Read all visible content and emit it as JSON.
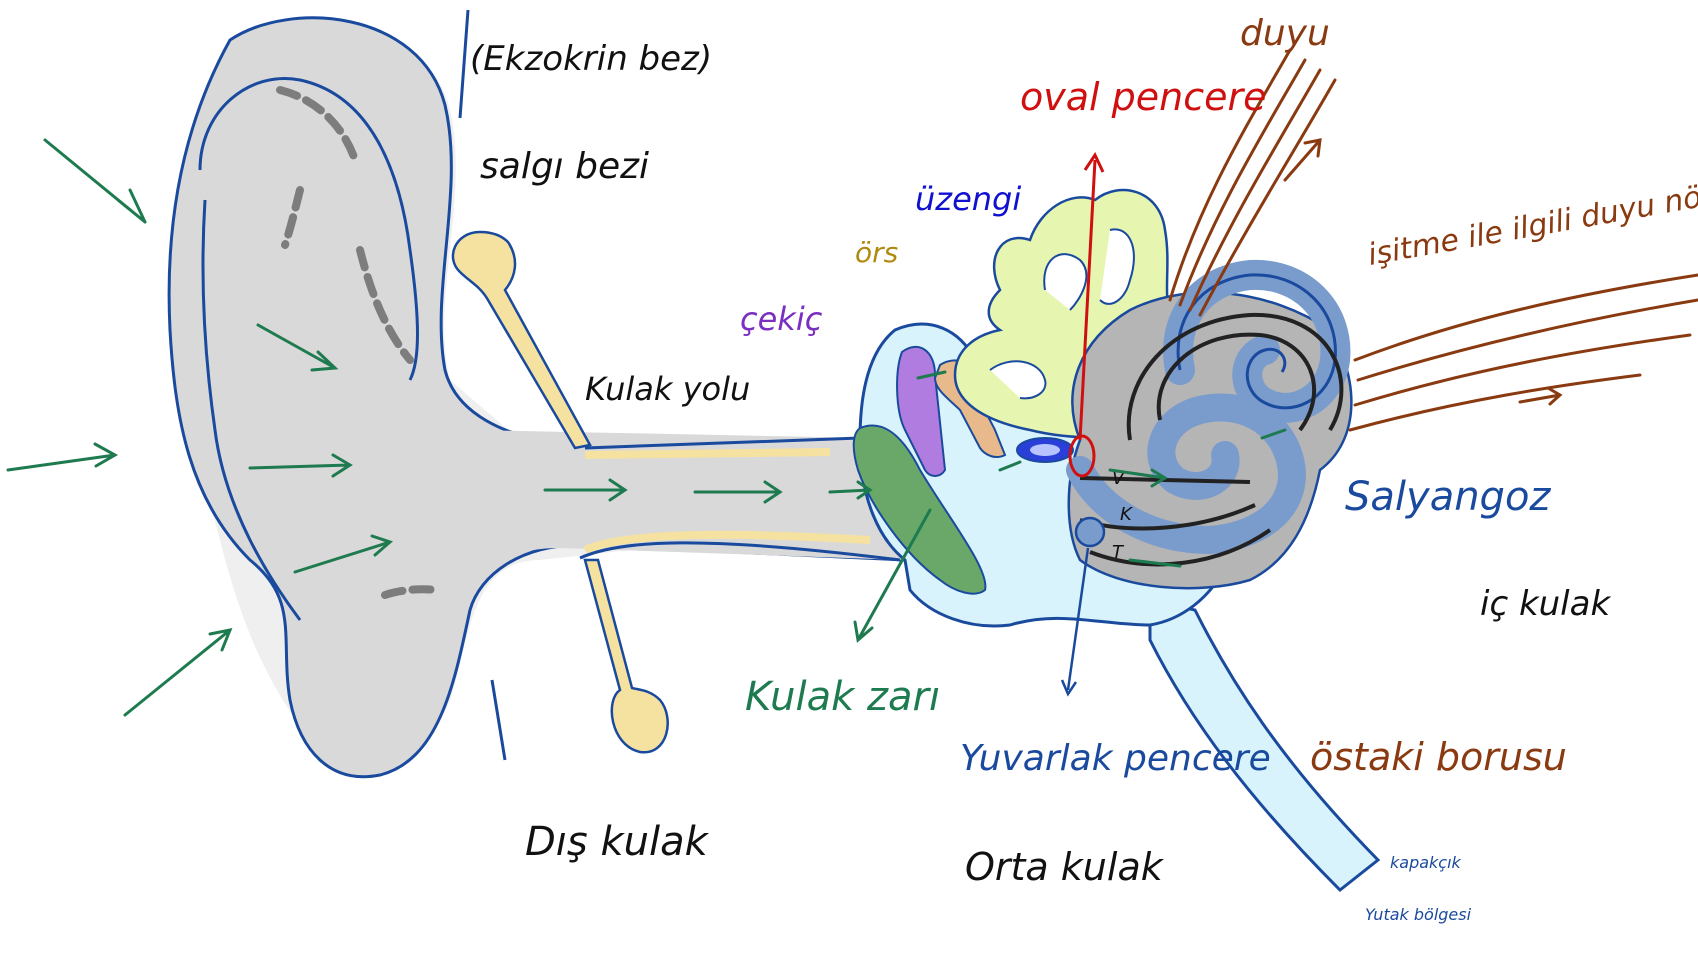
{
  "diagram": {
    "type": "labeled ear anatomy sketch",
    "colors": {
      "outline": "#1a4a9e",
      "outer_ear_fill": "#d9d9d9",
      "gland_fill": "#f6e2a0",
      "eardrum_fill": "#6aa86a",
      "middle_ear_fill": "#d8f3fb",
      "hammer_fill": "#b07ce0",
      "anvil_fill": "#e8b98a",
      "stirrup_fill": "#2a3fd8",
      "semicircular_fill": "#e6f6b0",
      "cochlea_fill": "#7a9ccc",
      "cochlea_gray": "#b5b5b5",
      "oval_window_color": "#d01010",
      "sound_arrow_color": "#1e7a4f",
      "nerve_color": "#8a3a10"
    },
    "labels": {
      "ekzokrin_bez": "(Ekzokrin bez)",
      "salgi_bezi": "salgı bezi",
      "kulak_yolu": "Kulak yolu",
      "cekic": "çekiç",
      "ors": "örs",
      "uzengi": "üzengi",
      "oval_pencere": "oval pencere",
      "duyu": "duyu",
      "isitme_noronlari": "işitme ile ilgili duyu nöronları",
      "salyangoz": "Salyangoz",
      "ic_kulak": "iç kulak",
      "kulak_zari": "Kulak zarı",
      "yuvarlak_pencere": "Yuvarlak pencere",
      "ostaki_borusu": "östaki borusu",
      "kapakcik": "kapakçık",
      "yutak_bolgesi": "Yutak bölgesi",
      "dis_kulak": "Dış kulak",
      "orta_kulak": "Orta kulak",
      "cochlea_v": "V",
      "cochlea_k": "K",
      "cochlea_t": "T"
    }
  }
}
